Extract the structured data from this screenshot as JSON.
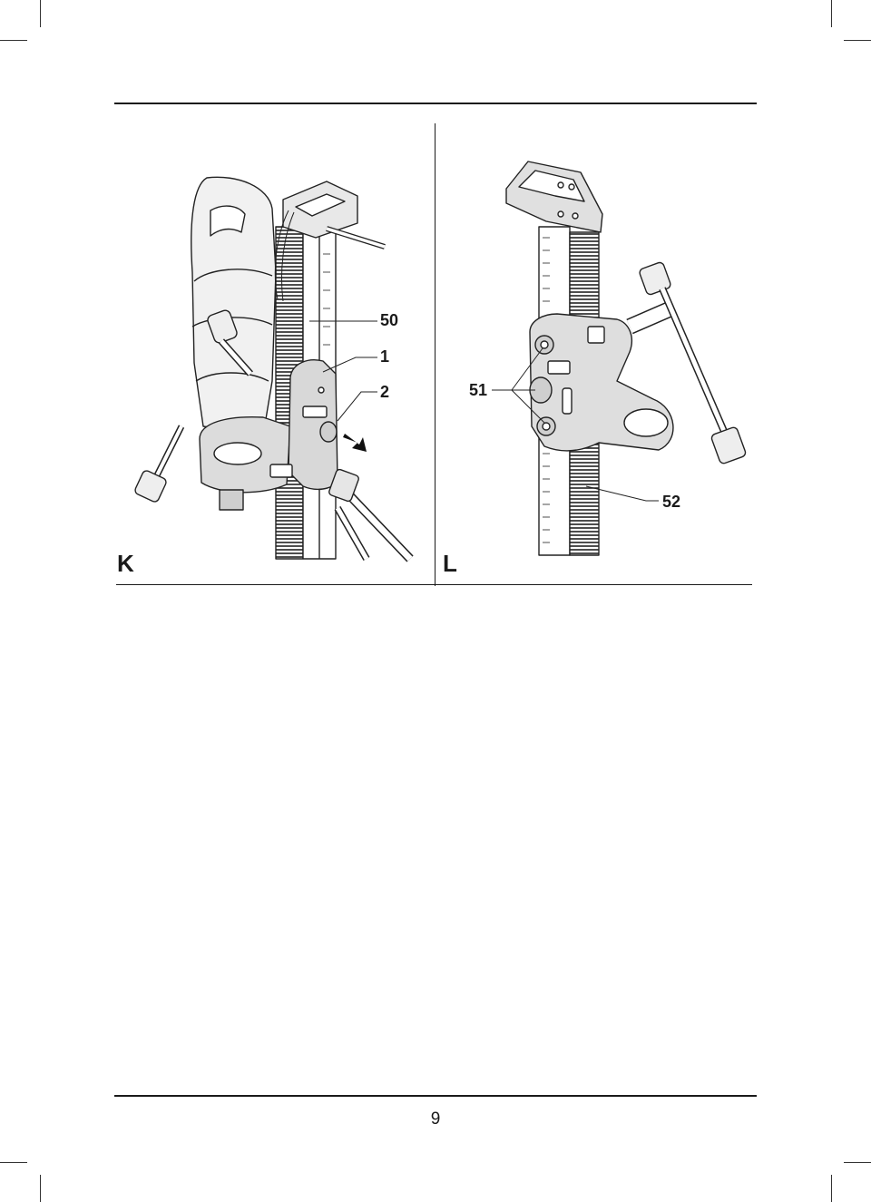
{
  "figures": [
    {
      "letter": "K",
      "callouts": [
        "50",
        "1",
        "2"
      ]
    },
    {
      "letter": "L",
      "callouts": [
        "51",
        "52"
      ]
    }
  ],
  "page_number": "9"
}
